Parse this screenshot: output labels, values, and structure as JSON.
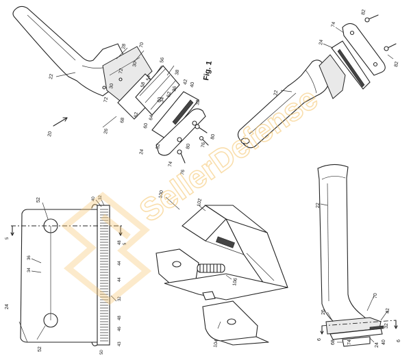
{
  "figure_label": "Fig. 1",
  "watermark_text": "SellerDefense",
  "fig1_refs": [
    "22",
    "28",
    "70",
    "30",
    "72",
    "56",
    "38",
    "30",
    "72",
    "54",
    "58",
    "60",
    "36",
    "52",
    "34",
    "42",
    "40",
    "32",
    "26",
    "68",
    "60",
    "64",
    "62",
    "20",
    "24",
    "52",
    "80",
    "76",
    "74",
    "80",
    "76"
  ],
  "fig2_refs": [
    "82",
    "74",
    "24",
    "82",
    "22"
  ],
  "fig3_refs": [
    "52",
    "40",
    "32",
    "5",
    "36",
    "34",
    "48",
    "5",
    "44",
    "44",
    "32",
    "24",
    "48",
    "46",
    "52",
    "50",
    "43"
  ],
  "fig4_refs": [
    "100",
    "102",
    "106",
    "104"
  ],
  "fig5_refs": [
    "22",
    "70",
    "26",
    "42",
    "6",
    "68",
    "32",
    "74",
    "24",
    "40",
    "6"
  ],
  "colors": {
    "line": "#222222",
    "watermark": "#f5c469"
  }
}
